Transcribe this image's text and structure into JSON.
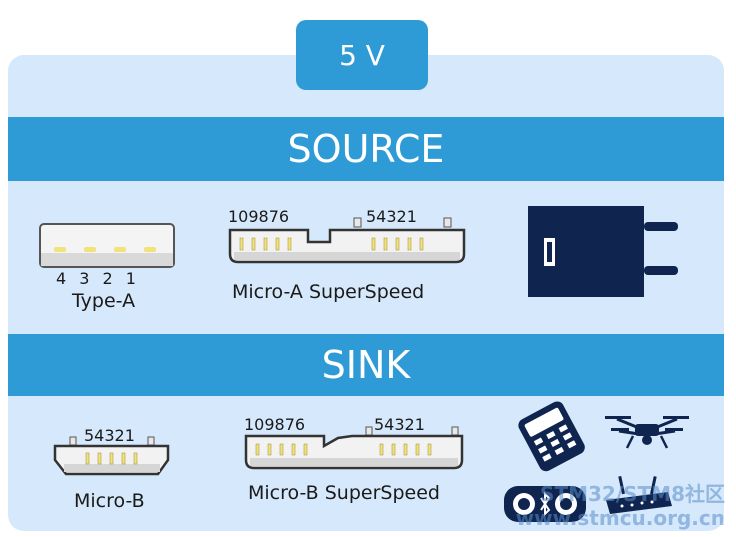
{
  "voltage_label": "5 V",
  "source": {
    "title": "SOURCE",
    "type_a": {
      "caption": "Type-A",
      "pins": "4  3  2  1"
    },
    "micro_a_ss": {
      "caption": "Micro-A SuperSpeed",
      "pins_left": "109876",
      "pins_right": "54321"
    },
    "charger": {
      "icon": "wall-charger-icon"
    }
  },
  "sink": {
    "title": "SINK",
    "micro_b": {
      "caption": "Micro-B",
      "pins": "54321"
    },
    "micro_b_ss": {
      "caption": "Micro-B SuperSpeed",
      "pins_left": "109876",
      "pins_right": "54321"
    },
    "devices": [
      "payment-terminal-icon",
      "drone-icon",
      "bluetooth-speaker-icon",
      "router-icon"
    ]
  },
  "watermark": {
    "line1": "STM32/STM8社区",
    "line2": "www.stmcu.org.cn"
  },
  "colors": {
    "band": "#2f9bd6",
    "panel": "#d6e8fb",
    "navy": "#0f2550",
    "pin": "#f2e27a"
  }
}
